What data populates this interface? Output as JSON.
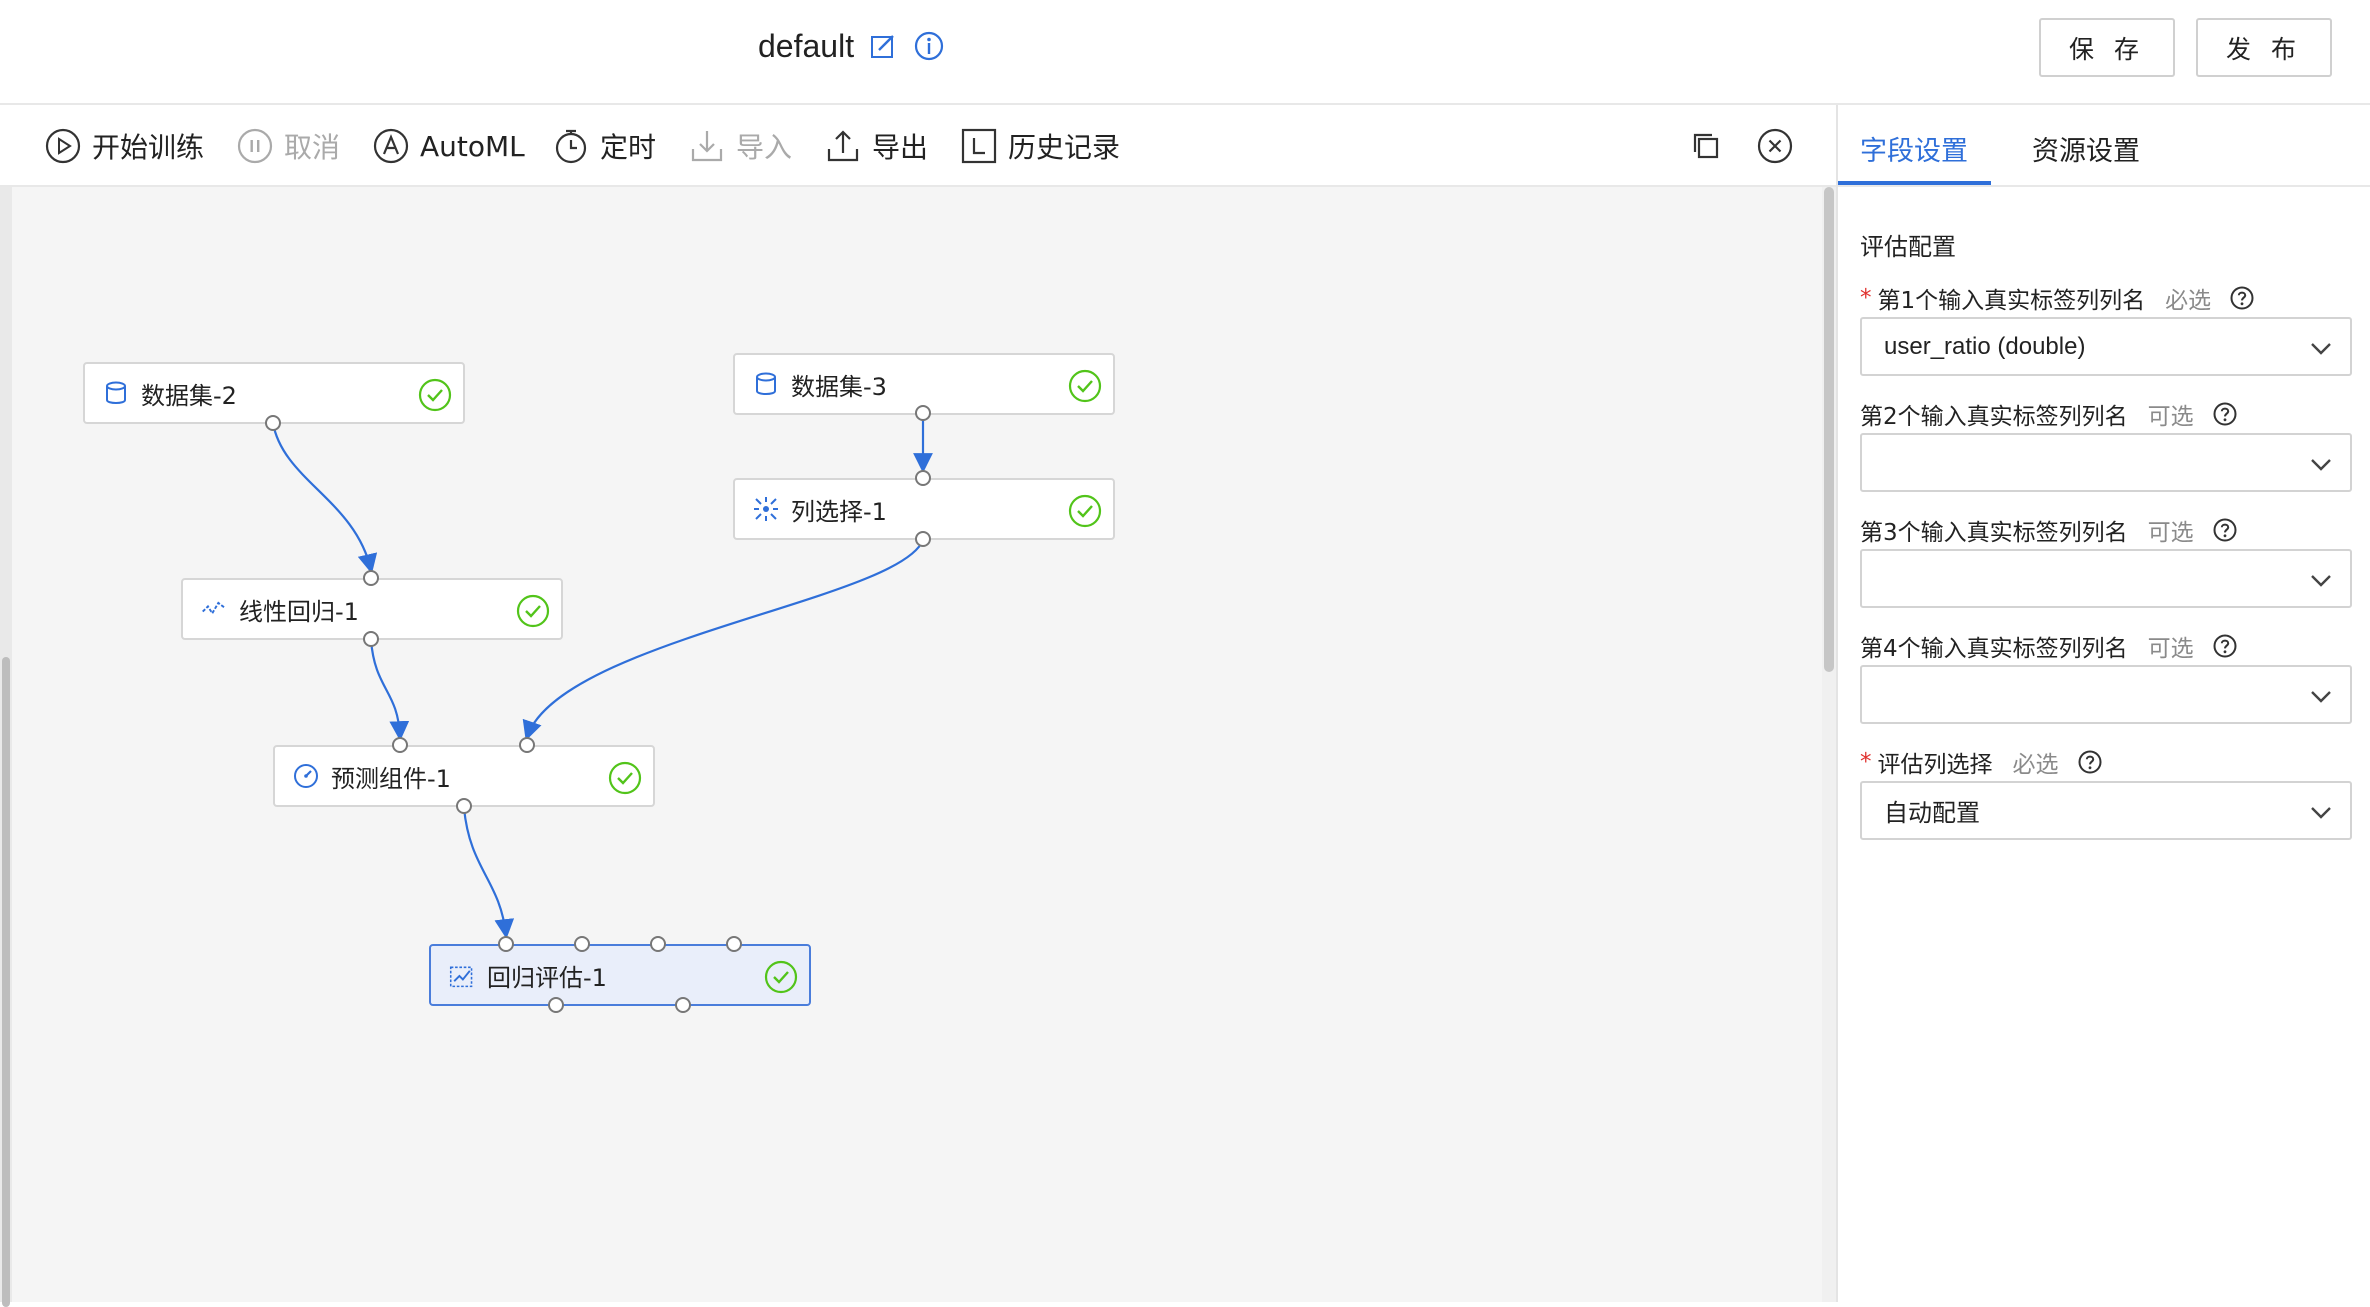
{
  "header": {
    "title": "default",
    "save_label": "保 存",
    "publish_label": "发 布"
  },
  "toolbar": {
    "start_training": "开始训练",
    "cancel": "取消",
    "automl": "AutoML",
    "schedule": "定时",
    "import": "导入",
    "export": "导出",
    "history": "历史记录"
  },
  "nodes": {
    "dataset2": "数据集-2",
    "dataset3": "数据集-3",
    "colselect": "列选择-1",
    "linreg": "线性回归-1",
    "predict": "预测组件-1",
    "regeval": "回归评估-1"
  },
  "panel": {
    "tabs": [
      "字段设置",
      "资源设置"
    ],
    "section_title": "评估配置",
    "fields": [
      {
        "label": "第1个输入真实标签列列名",
        "required": true,
        "hint": "必选",
        "value": ""
      },
      {
        "label": "第2个输入真实标签列列名",
        "required": false,
        "hint": "可选",
        "value": ""
      },
      {
        "label": "第3个输入真实标签列列名",
        "required": false,
        "hint": "可选",
        "value": ""
      },
      {
        "label": "第4个输入真实标签列列名",
        "required": false,
        "hint": "可选",
        "value": ""
      },
      {
        "label": "评估列选择",
        "required": true,
        "hint": "必选",
        "value": "自动配置"
      }
    ],
    "field1_value": "user_ratio (double)",
    "req_mark": "*"
  },
  "colors": {
    "accent": "#2f6fd9",
    "success": "#52c41a",
    "edge": "#2f6fd9",
    "required": "#e0322f"
  }
}
